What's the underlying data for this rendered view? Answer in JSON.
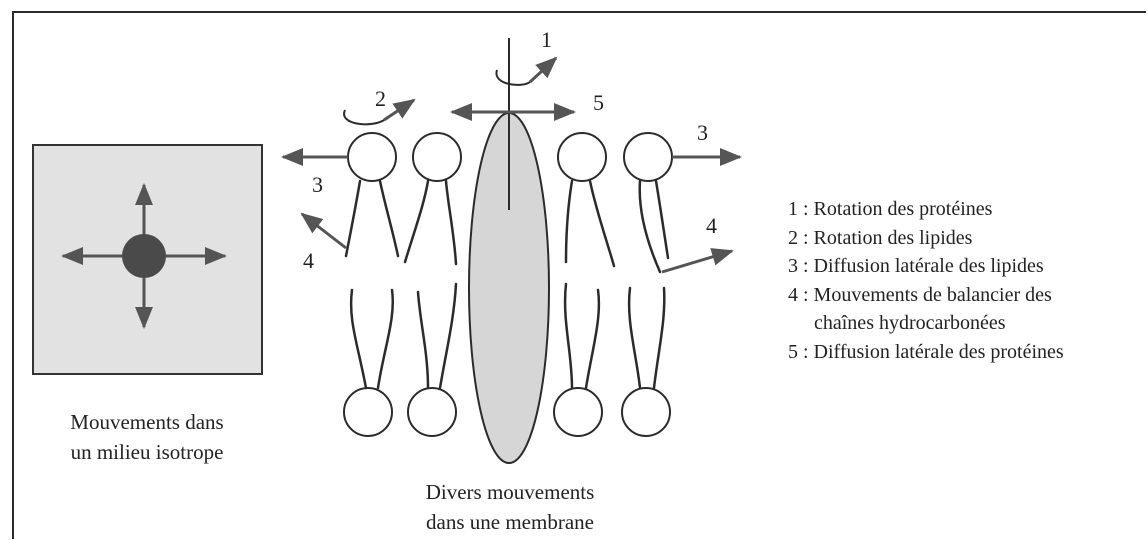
{
  "diagram": {
    "isotropic_caption": [
      "Mouvements dans",
      "un milieu isotrope"
    ],
    "membrane_caption": [
      "Divers mouvements",
      "dans une membrane"
    ],
    "labels": {
      "n1": "1",
      "n2": "2",
      "n3_left": "3",
      "n3_right": "3",
      "n4_left": "4",
      "n4_right": "4",
      "n5": "5"
    },
    "legend": [
      "1 : Rotation des protéines",
      "2 : Rotation des lipides",
      "3 : Diffusion latérale des lipides",
      "4 : Mouvements de balancier des",
      "chaînes hydrocarbonées",
      "5 : Diffusion latérale des protéines"
    ],
    "colors": {
      "line": "#2b2b2b",
      "arrow": "#555555",
      "protein_fill": "#d6d6d6",
      "box_fill": "#e2e2e2",
      "particle": "#4a4a4a"
    }
  }
}
